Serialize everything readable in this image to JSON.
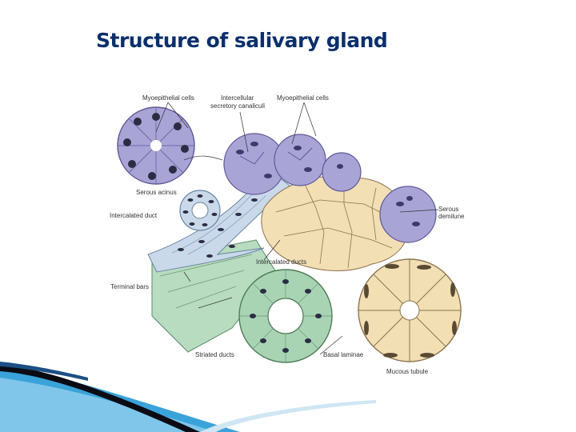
{
  "slide": {
    "title": "Structure of salivary gland"
  },
  "diagram": {
    "labels": {
      "myoepithelial_left": "Myoepithelial cells",
      "intercellular_1": "Intercellular",
      "intercellular_2": "secretory canaliculi",
      "myoepithelial_right": "Myoepithelial cells",
      "serous_acinus": "Serous acinus",
      "intercalated_duct": "Intercalated duct",
      "terminal_bars": "Terminal bars",
      "intercalated_ducts": "Intercalated ducts",
      "striated_ducts": "Striated ducts",
      "basal_laminae": "Basal laminae",
      "serous_demilune_1": "Serous",
      "serous_demilune_2": "demilune",
      "mucous_tubule": "Mucous tubule"
    },
    "colors": {
      "serous": "#a9a4d6",
      "serous_dark": "#6e68a8",
      "duct": "#c9d9ea",
      "striated": "#a8d4b4",
      "mucous": "#f2dfb4",
      "nucleus": "#2c2c44",
      "accent_blue": "#3aa3d9",
      "dark_band": "#0b0b14"
    }
  }
}
